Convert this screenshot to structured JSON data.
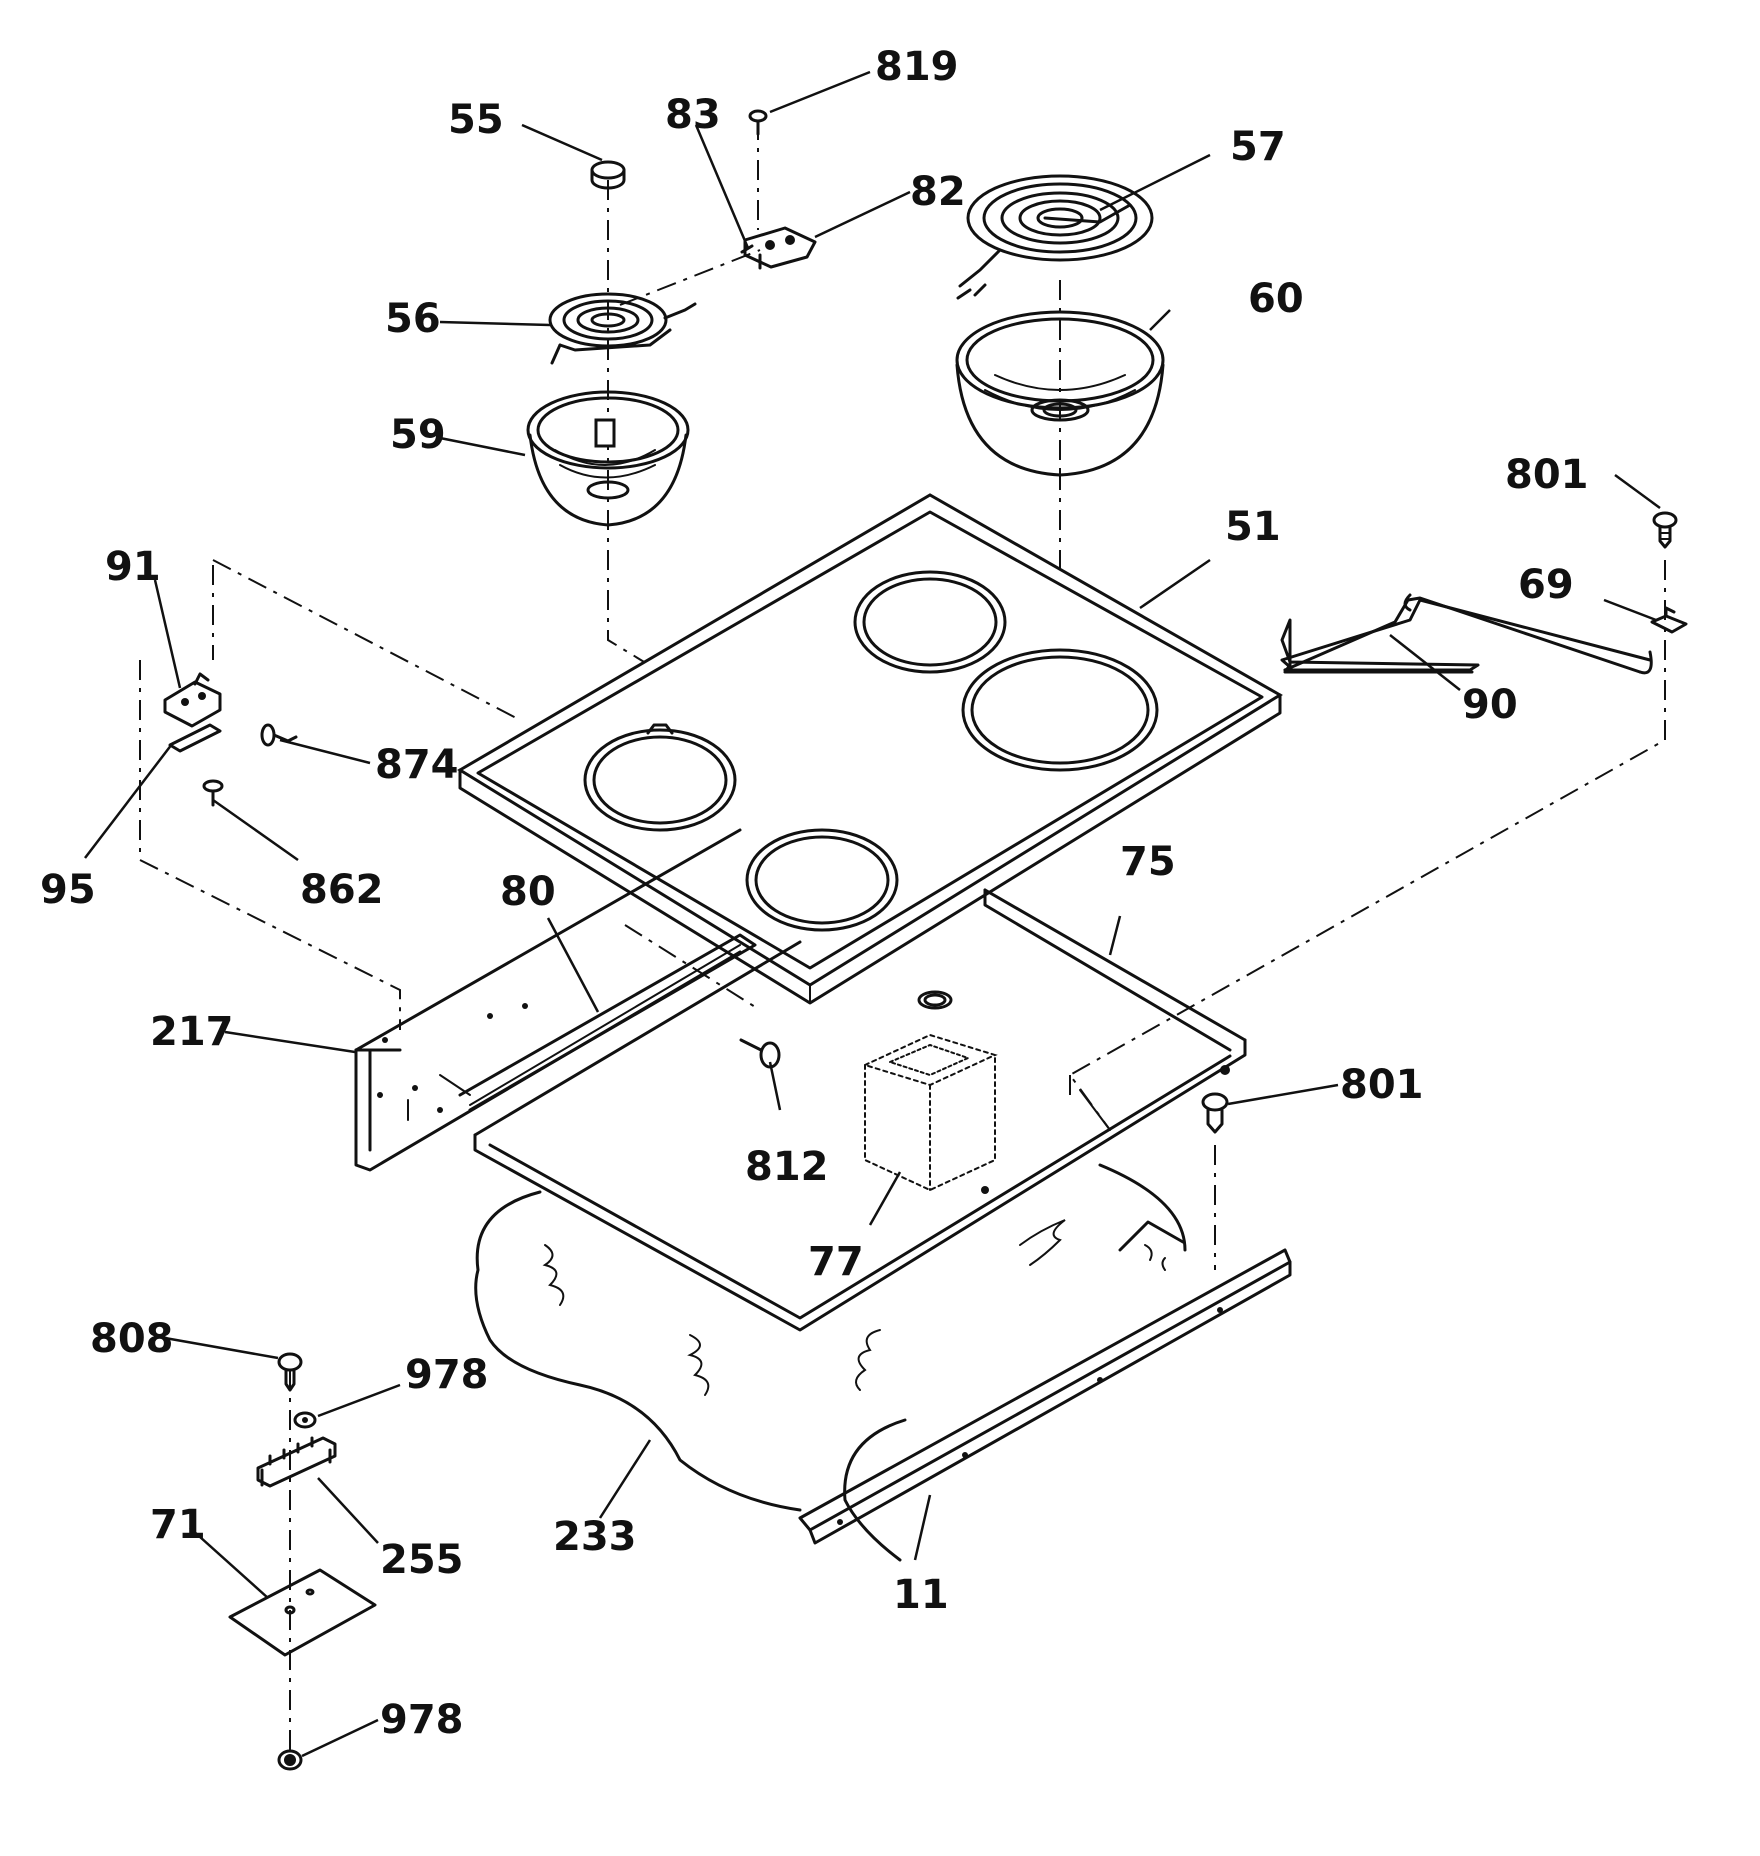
{
  "diagram": {
    "labels": {
      "p55": "55",
      "p83": "83",
      "p819": "819",
      "p82": "82",
      "p57": "57",
      "p56": "56",
      "p60": "60",
      "p59": "59",
      "p801a": "801",
      "p51": "51",
      "p91": "91",
      "p69": "69",
      "p90": "90",
      "p874": "874",
      "p95": "95",
      "p862": "862",
      "p80": "80",
      "p75": "75",
      "p217": "217",
      "p801b": "801",
      "p812": "812",
      "p77": "77",
      "p808": "808",
      "p978a": "978",
      "p71": "71",
      "p255": "255",
      "p233": "233",
      "p11": "11",
      "p978b": "978"
    }
  }
}
